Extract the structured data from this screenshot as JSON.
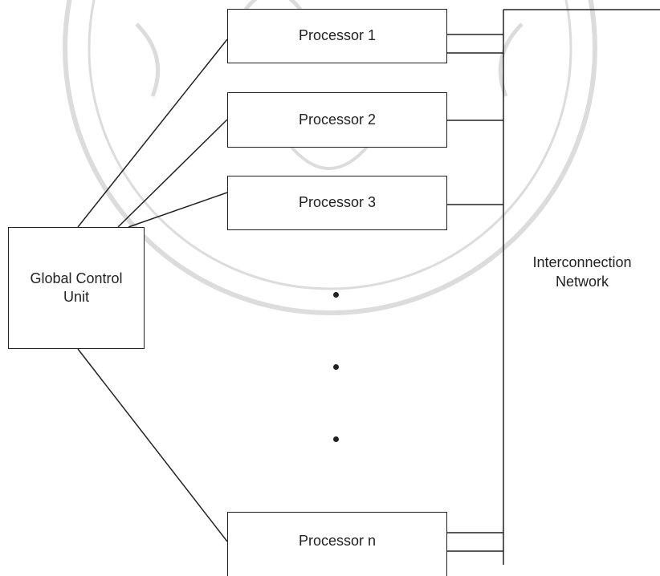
{
  "diagram": {
    "control_unit": {
      "label_line1": "Global Control",
      "label_line2": "Unit"
    },
    "processors": [
      {
        "label": "Processor 1"
      },
      {
        "label": "Processor 2"
      },
      {
        "label": "Processor 3"
      },
      {
        "label": "Processor n"
      }
    ],
    "network": {
      "label_line1": "Interconnection",
      "label_line2": "Network"
    },
    "ellipsis_dots": 3
  },
  "colors": {
    "line": "#222222",
    "watermark": "#d9d9d9",
    "background": "#ffffff"
  }
}
